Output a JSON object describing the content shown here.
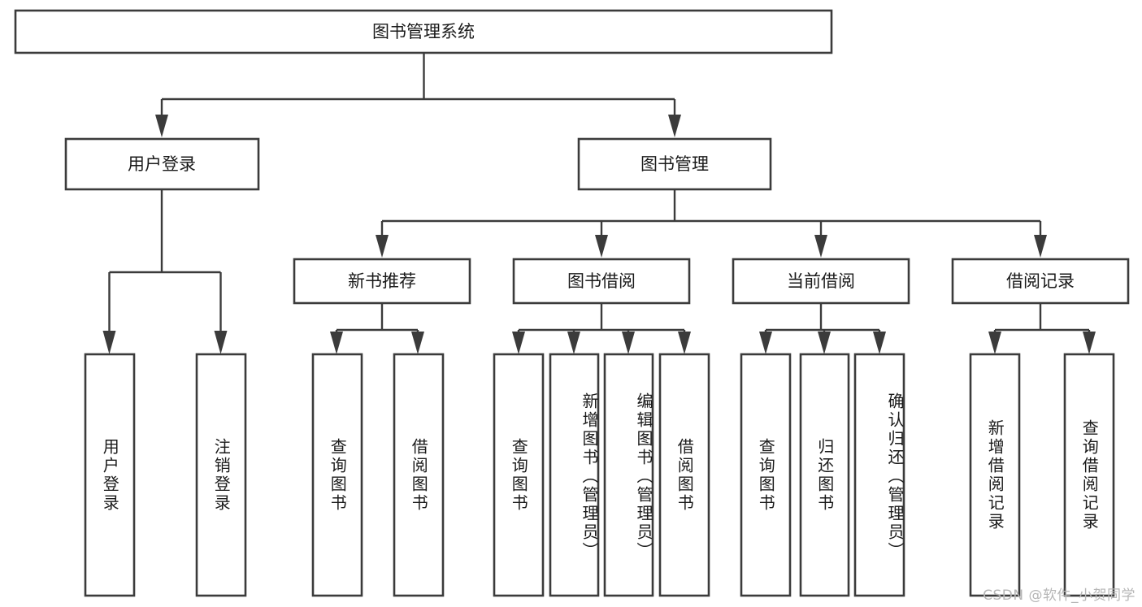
{
  "diagram": {
    "type": "tree-hierarchy",
    "title": "图书管理系统",
    "orientation": "top-down",
    "colors": {
      "box_stroke": "#3b3b3b",
      "box_fill": "#ffffff",
      "connector": "#3b3b3b",
      "text": "#1a1a1a",
      "background": "#ffffff",
      "watermark": "#b6b6b6"
    },
    "root": {
      "label": "图书管理系统"
    },
    "level2": [
      {
        "id": "user-login",
        "label": "用户登录"
      },
      {
        "id": "book-manage",
        "label": "图书管理"
      }
    ],
    "level3": [
      {
        "id": "new-book-recommend",
        "label": "新书推荐",
        "parent": "book-manage"
      },
      {
        "id": "book-borrow",
        "label": "图书借阅",
        "parent": "book-manage"
      },
      {
        "id": "current-borrow",
        "label": "当前借阅",
        "parent": "book-manage"
      },
      {
        "id": "borrow-record",
        "label": "借阅记录",
        "parent": "book-manage"
      }
    ],
    "leaves": [
      {
        "id": "leaf-user-login",
        "label": "用户登录",
        "parent": "user-login"
      },
      {
        "id": "leaf-logout-login",
        "label": "注销登录",
        "parent": "user-login"
      },
      {
        "id": "leaf-query-book-1",
        "label": "查询图书",
        "parent": "new-book-recommend"
      },
      {
        "id": "leaf-borrow-book-1",
        "label": "借阅图书",
        "parent": "new-book-recommend"
      },
      {
        "id": "leaf-query-book-2",
        "label": "查询图书",
        "parent": "book-borrow"
      },
      {
        "id": "leaf-add-book",
        "label": "新增图书（管理员）",
        "parent": "book-borrow"
      },
      {
        "id": "leaf-edit-book",
        "label": "编辑图书（管理员）",
        "parent": "book-borrow"
      },
      {
        "id": "leaf-borrow-book-2",
        "label": "借阅图书",
        "parent": "book-borrow"
      },
      {
        "id": "leaf-query-book-3",
        "label": "查询图书",
        "parent": "current-borrow"
      },
      {
        "id": "leaf-return-book",
        "label": "归还图书",
        "parent": "current-borrow"
      },
      {
        "id": "leaf-confirm-return",
        "label": "确认归还（管理员）",
        "parent": "current-borrow"
      },
      {
        "id": "leaf-add-record",
        "label": "新增借阅记录",
        "parent": "borrow-record"
      },
      {
        "id": "leaf-query-record",
        "label": "查询借阅记录",
        "parent": "borrow-record"
      }
    ],
    "watermark": "CSDN @软件_小贺同学"
  }
}
